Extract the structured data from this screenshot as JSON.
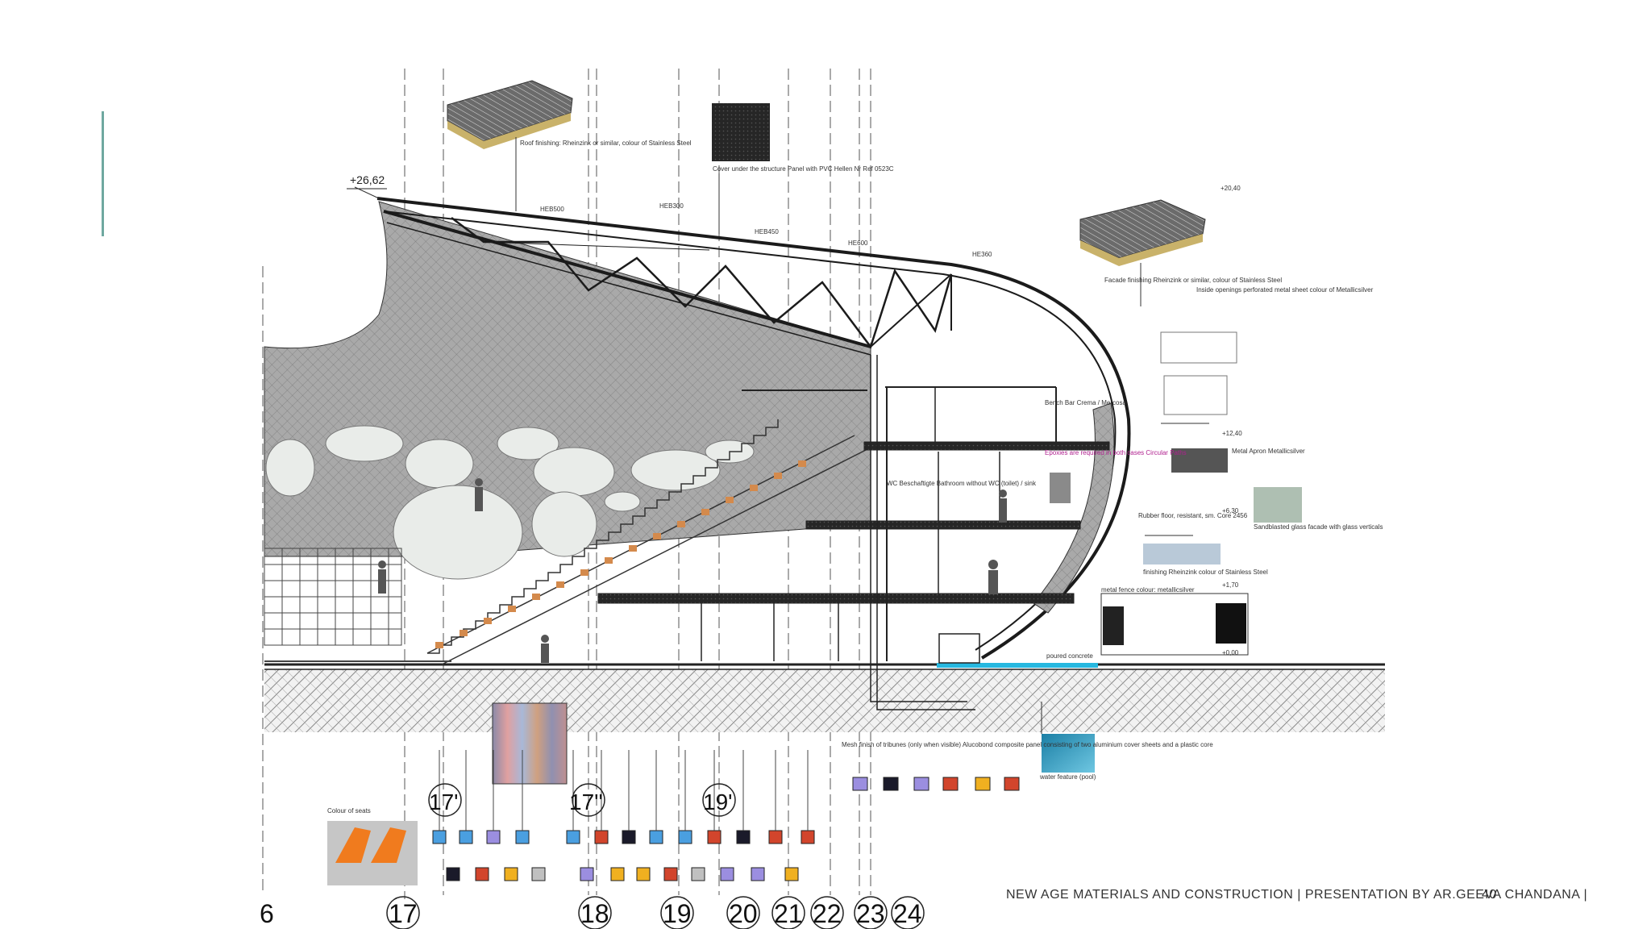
{
  "footer": {
    "text": "NEW AGE MATERIALS AND CONSTRUCTION | PRESENTATION BY AR.GEEVA CHANDANA |",
    "page_number": "40"
  },
  "section": {
    "level_top": "+26,62",
    "axes": [
      "6",
      "17",
      "18",
      "19",
      "20",
      "21",
      "22",
      "23",
      "24"
    ],
    "axis_circles_mid": [
      "17'",
      "17''",
      "19'"
    ],
    "labels": {
      "roof_finishing": "Roof finishing: Rheinzink or similar, colour of Stainless Steel",
      "cover_under_truss": "Cover under the structure Panel with PVC Hellen Nr Ref 0523C",
      "facade_finishing": "Facade finishing Rheinzink or similar, colour of Stainless Steel",
      "inside_openings": "Inside openings perforated metal sheet colour of Metallicsilver",
      "epoxy_note": "Epoxies are required in both cases Circular Paths",
      "metal_apron": "Metal Apron Metallicsilver",
      "sandblast_glass": "Sandblasted glass facade with glass verticals",
      "rubber_floor": "Rubber floor, resistant, sm. Core 2456",
      "finishing_rheinzink": "finishing Rheinzink colour of Stainless Steel",
      "metal_fence": "metal fence colour: metallicsilver",
      "poured_concrete": "poured concrete",
      "water_feature": "water feature (pool)",
      "mesh_finish": "Mesh finish of tribunes (only when visible) Alucobond composite panel consisting of two aluminium cover sheets and a plastic core",
      "colour_of_seats": "Colour of seats",
      "wc": "WC Beschaftigte Bathroom without WC (toilet) / sink",
      "wall_finish": "Bench Bar Crema / Mercosa"
    },
    "dims": [
      "+20,40",
      "+12,40",
      "+6,30",
      "+1,70",
      "+0,00",
      "HEB500",
      "HEB300",
      "HEB450",
      "HE600",
      "HE360"
    ]
  },
  "colors": {
    "accent_bar": "#6fa8a0",
    "steel": "#222222",
    "hatch_grey": "#9a9a9a",
    "pool_blue": "#27b8e0",
    "seat_orange": "#f07b1e",
    "swatch_blue": "#4a9fe0",
    "swatch_lilac": "#9b8ee0",
    "swatch_red": "#d2452c",
    "swatch_yellow": "#f0b020",
    "swatch_black": "#1a1a2a",
    "swatch_grey": "#c0c0c0"
  }
}
